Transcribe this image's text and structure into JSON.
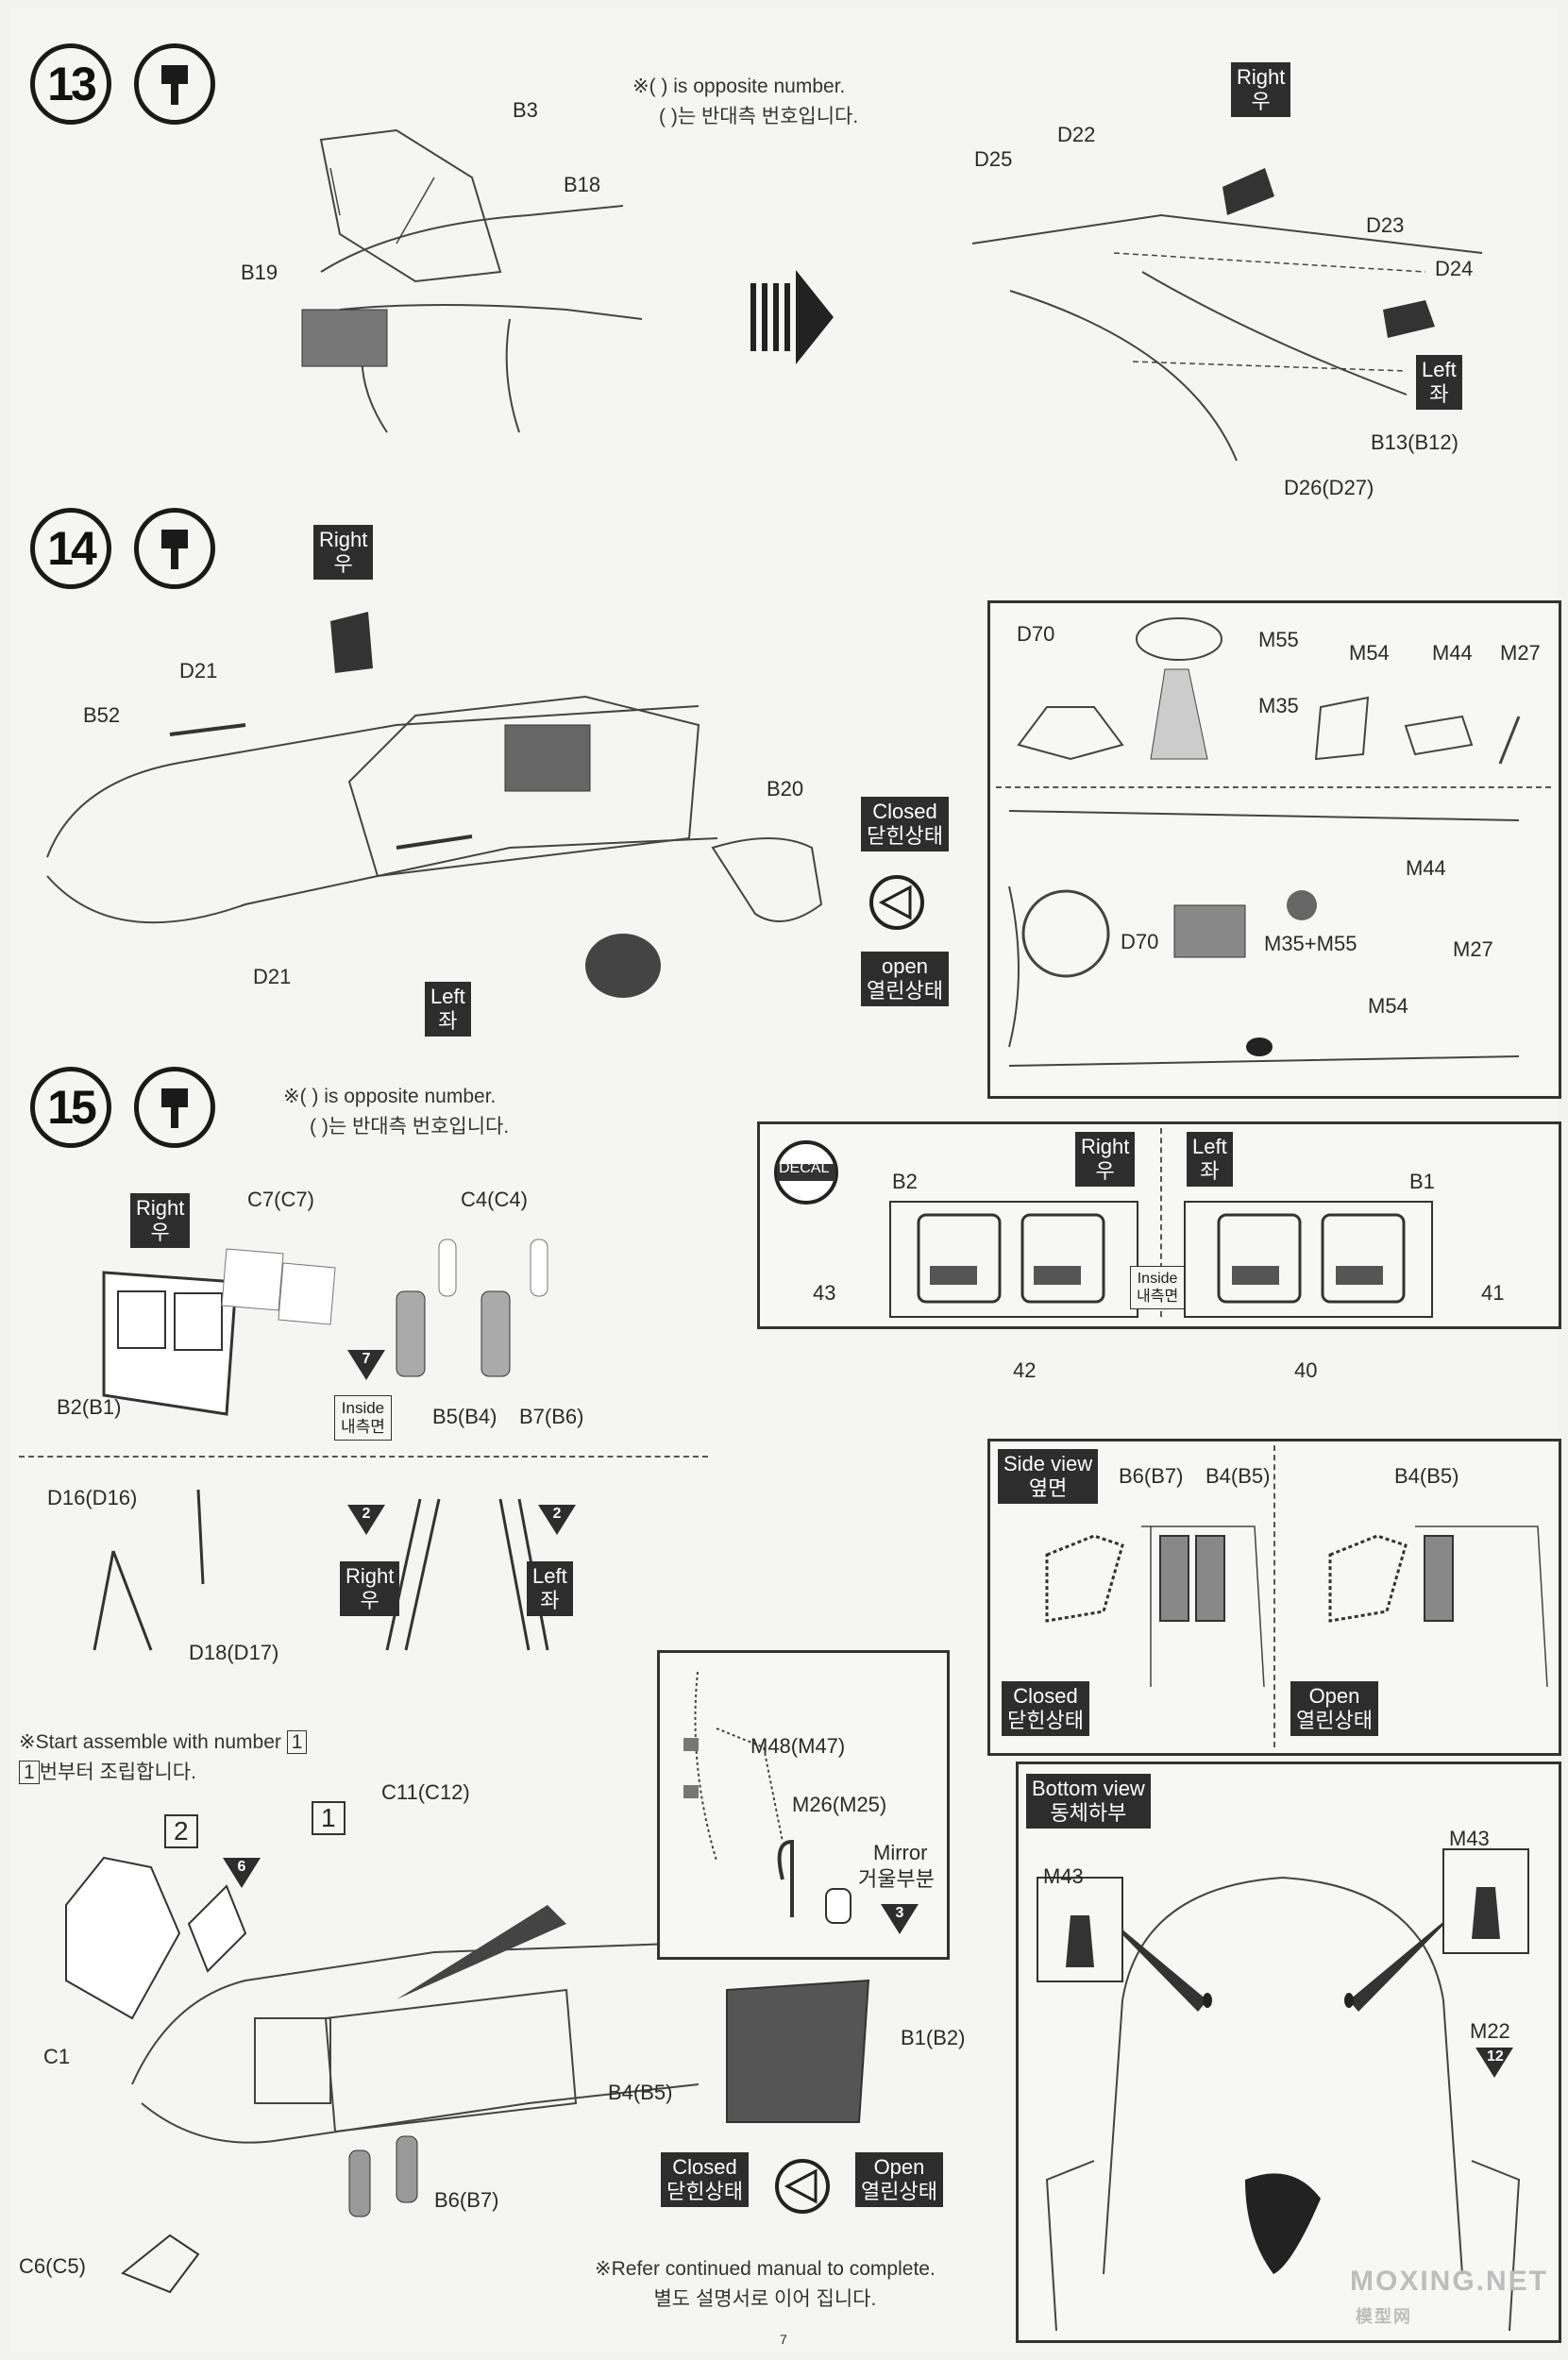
{
  "steps": [
    "13",
    "14",
    "15"
  ],
  "notes": {
    "opposite_en": "※( ) is opposite number.",
    "opposite_ko": "( )는 반대측 번호입니다.",
    "start_en": "※Start assemble with number",
    "start_ko": "번부터 조립합니다.",
    "start_box": "1",
    "refer_en": "※Refer continued manual to complete.",
    "refer_ko": "별도 설명서로 이어 집니다."
  },
  "tags": {
    "right": [
      "Right",
      "우"
    ],
    "left": [
      "Left",
      "좌"
    ],
    "closed": [
      "Closed",
      "닫힌상태"
    ],
    "open_lc": [
      "open",
      "열린상태"
    ],
    "open_uc": [
      "Open",
      "열린상태"
    ],
    "inside": [
      "Inside",
      "내측면"
    ],
    "side_view": [
      "Side view",
      "옆면"
    ],
    "bottom_view": [
      "Bottom view",
      "동체하부"
    ],
    "mirror": [
      "Mirror",
      "거울부분"
    ],
    "decal": "DECAL"
  },
  "step13": {
    "labels": [
      "B3",
      "B18",
      "B19",
      "D22",
      "D25",
      "D23",
      "D24",
      "B13(B12)",
      "D26(D27)"
    ]
  },
  "step14": {
    "labels": [
      "D21",
      "B52",
      "D21",
      "B20"
    ],
    "detail_labels": [
      "D70",
      "M55",
      "M35",
      "M54",
      "M44",
      "M27",
      "M44",
      "D70",
      "M35+M55",
      "M27",
      "M54"
    ]
  },
  "step15": {
    "labels": [
      "C7(C7)",
      "C4(C4)",
      "B2(B1)",
      "B5(B4)",
      "B7(B6)",
      "D16(D16)",
      "D18(D17)",
      "C11(C12)",
      "C1",
      "C6(C5)",
      "B1(B2)",
      "B4(B5)",
      "B6(B7)",
      "M48(M47)",
      "M26(M25)"
    ],
    "decal_labels": [
      "B2",
      "B1",
      "43",
      "42",
      "40",
      "41"
    ],
    "side_labels": [
      "B6(B7)",
      "B4(B5)",
      "B4(B5)"
    ],
    "bottom_labels": [
      "M43",
      "M43",
      "M22"
    ],
    "badges": [
      "7",
      "2",
      "2",
      "2",
      "6",
      "3",
      "12"
    ]
  },
  "footer": {
    "page_number": "7",
    "watermark": "MOXING.NET",
    "watermark_sub": "模型网"
  }
}
